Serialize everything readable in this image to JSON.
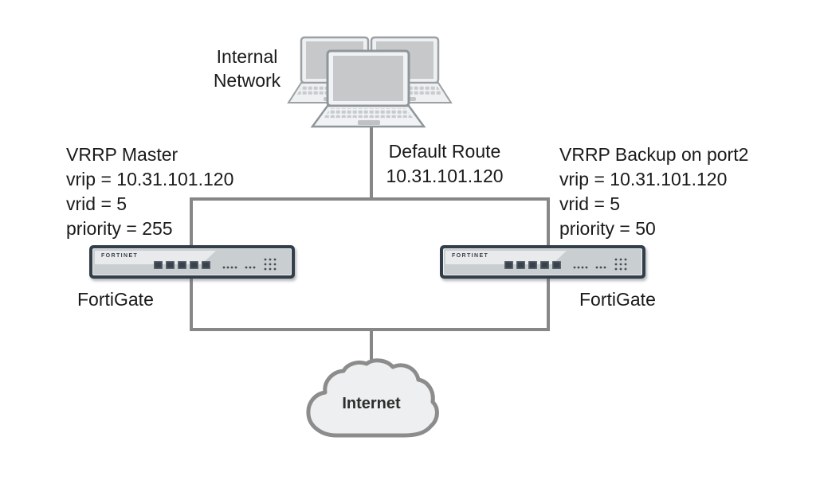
{
  "diagram": {
    "internal_network_label": {
      "lines": [
        "Internal",
        "Network"
      ]
    },
    "default_route_label": {
      "lines": [
        "Default Route",
        "10.31.101.120"
      ]
    },
    "vrrp_master": {
      "lines": [
        "VRRP Master",
        "vrip = 10.31.101.120",
        "vrid = 5",
        "priority = 255"
      ]
    },
    "vrrp_backup": {
      "lines": [
        "VRRP Backup on port2",
        "vrip = 10.31.101.120",
        "vrid = 5",
        "priority = 50"
      ]
    },
    "devices": {
      "brand": "FORTINET",
      "left_label": "FortiGate",
      "right_label": "FortiGate"
    },
    "cloud": {
      "label": "Internet"
    },
    "colors": {
      "line": "#878787",
      "text": "#1a1a1a",
      "device_frame": "#333e48",
      "device_body": "#c9ced1",
      "cloud_fill": "#edeff0",
      "cloud_border": "#8c8c8c"
    }
  }
}
